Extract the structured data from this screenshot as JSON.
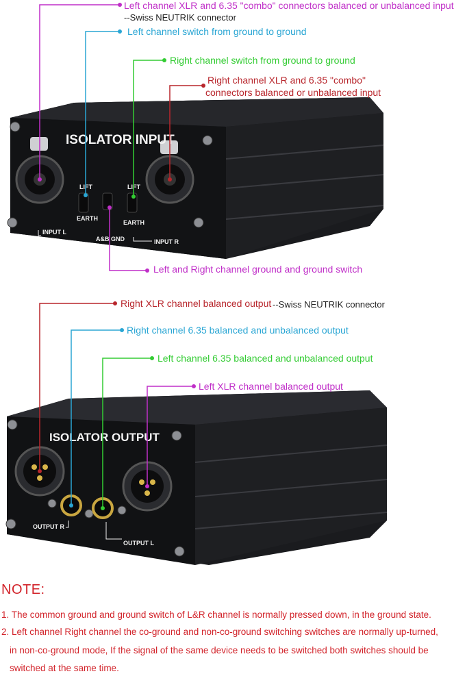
{
  "top_unit": {
    "panel_label": "ISOLATOR INPUT",
    "markings": {
      "lift_left": "LIFT",
      "earth_left": "EARTH",
      "input_l": "INPUT L",
      "gnd": "A&B GND",
      "lift_right": "LIFT",
      "earth_right": "EARTH",
      "input_r": "INPUT R"
    },
    "callouts": {
      "left_xlr": "Left channel XLR and 6.35 \"combo\" connectors balanced or unbalanced input",
      "neutrik": "--Swiss NEUTRIK connector",
      "left_switch": "Left channel switch from ground to ground",
      "right_switch": "Right channel switch from ground to ground",
      "right_xlr_line1": "Right channel XLR and 6.35 \"combo\"",
      "right_xlr_line2": "connectors balanced or unbalanced input",
      "gnd_switch": "Left and Right channel ground and ground switch"
    }
  },
  "bottom_unit": {
    "panel_label": "ISOLATOR OUTPUT",
    "markings": {
      "output_r": "OUTPUT R",
      "output_l": "OUTPUT L"
    },
    "callouts": {
      "right_xlr": "Right XLR channel balanced output",
      "neutrik": "--Swiss NEUTRIK connector",
      "right_635": "Right channel 6.35 balanced and unbalanced output",
      "left_635": "Left channel 6.35 balanced and unbalanced output",
      "left_xlr": "Left XLR channel balanced output"
    }
  },
  "note": {
    "title": "NOTE:",
    "lines": [
      "1. The common ground and ground switch of L&R channel is normally pressed down, in the ground state.",
      "2. Left channel Right channel the co-ground and non-co-ground switching switches are normally up-turned,",
      "in non-co-ground mode, If the signal of the same device needs to be switched both switches should be",
      "switched at the same time."
    ]
  },
  "colors": {
    "magenta": "#c02fc8",
    "cyan": "#2aa6d4",
    "green": "#33cc33",
    "red": "#b8262c",
    "note_red": "#d2232a",
    "box_dark": "#1c1d20"
  }
}
